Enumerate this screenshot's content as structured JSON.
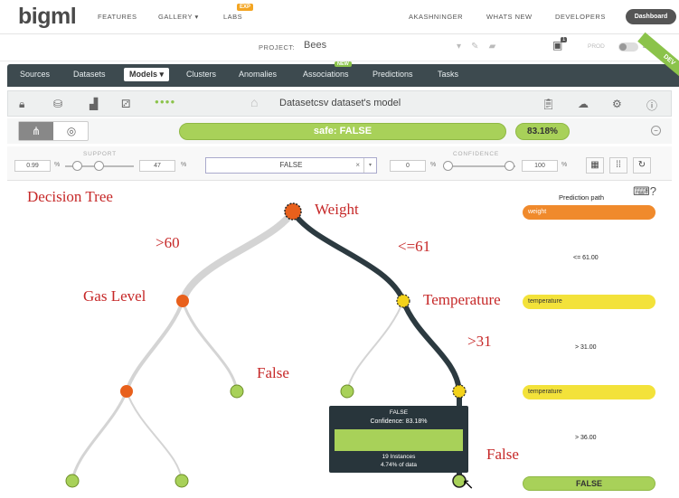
{
  "brand": {
    "logo_a": "big",
    "logo_b": "ml"
  },
  "topnav": {
    "features": "FEATURES",
    "gallery": "GALLERY",
    "gallery_caret": "▾",
    "labs": "LABS",
    "exp": "EXP",
    "user": "AKASHNINGER",
    "whats_new": "WHATS NEW",
    "developers": "DEVELOPERS",
    "dashboard": "Dashboard"
  },
  "project": {
    "label": "PROJECT:",
    "name": "Bees",
    "prod": "PROD",
    "dev": "DEV",
    "notif_count": "1"
  },
  "tabs": [
    {
      "label": "Sources"
    },
    {
      "label": "Datasets"
    },
    {
      "label": "Models ▾"
    },
    {
      "label": "Clusters"
    },
    {
      "label": "Anomalies"
    },
    {
      "label": "Associations"
    },
    {
      "label": "Predictions"
    },
    {
      "label": "Tasks"
    }
  ],
  "badges": {
    "new": "NEW",
    "dev_ribbon": "DEV"
  },
  "toolbar": {
    "title": "Datasetcsv dataset's model",
    "dots": "●●●●"
  },
  "prediction": {
    "label": "safe: FALSE",
    "confidence": "83.18%"
  },
  "filters": {
    "support_label": "SUPPORT",
    "support_min": "0.99",
    "support_max": "47",
    "confidence_label": "CONFIDENCE",
    "confidence_min": "0",
    "confidence_max": "100",
    "pct": "%",
    "selected_value": "FALSE",
    "clear": "×",
    "caret": "▾"
  },
  "annotations": {
    "decision_tree": "Decision Tree",
    "weight": "Weight",
    "gt60": ">60",
    "le61": "<=61",
    "gas_level": "Gas Level",
    "temperature": "Temperature",
    "gt31": ">31",
    "false_mid": "False",
    "false_bottom": "False"
  },
  "prediction_path": {
    "title": "Prediction path",
    "steps": [
      {
        "field": "weight",
        "condition": "<= 61.00",
        "color": "#f08a2c"
      },
      {
        "field": "temperature",
        "condition": "> 31.00",
        "color": "#f3e23a"
      },
      {
        "field": "temperature",
        "condition": "> 36.00",
        "color": "#f3e23a"
      }
    ],
    "result": "FALSE"
  },
  "tooltip": {
    "label": "FALSE",
    "confidence": "Confidence: 83.18%",
    "instances": "19 Instances",
    "data_pct": "4.74% of data"
  },
  "colors": {
    "dark_bar": "#3d4a4f",
    "accent_green": "#a8d159",
    "orange_node": "#e8601c",
    "yellow_node": "#f3d21a",
    "path_dark": "#2c3a40",
    "branch_light": "#d4d4d4"
  }
}
